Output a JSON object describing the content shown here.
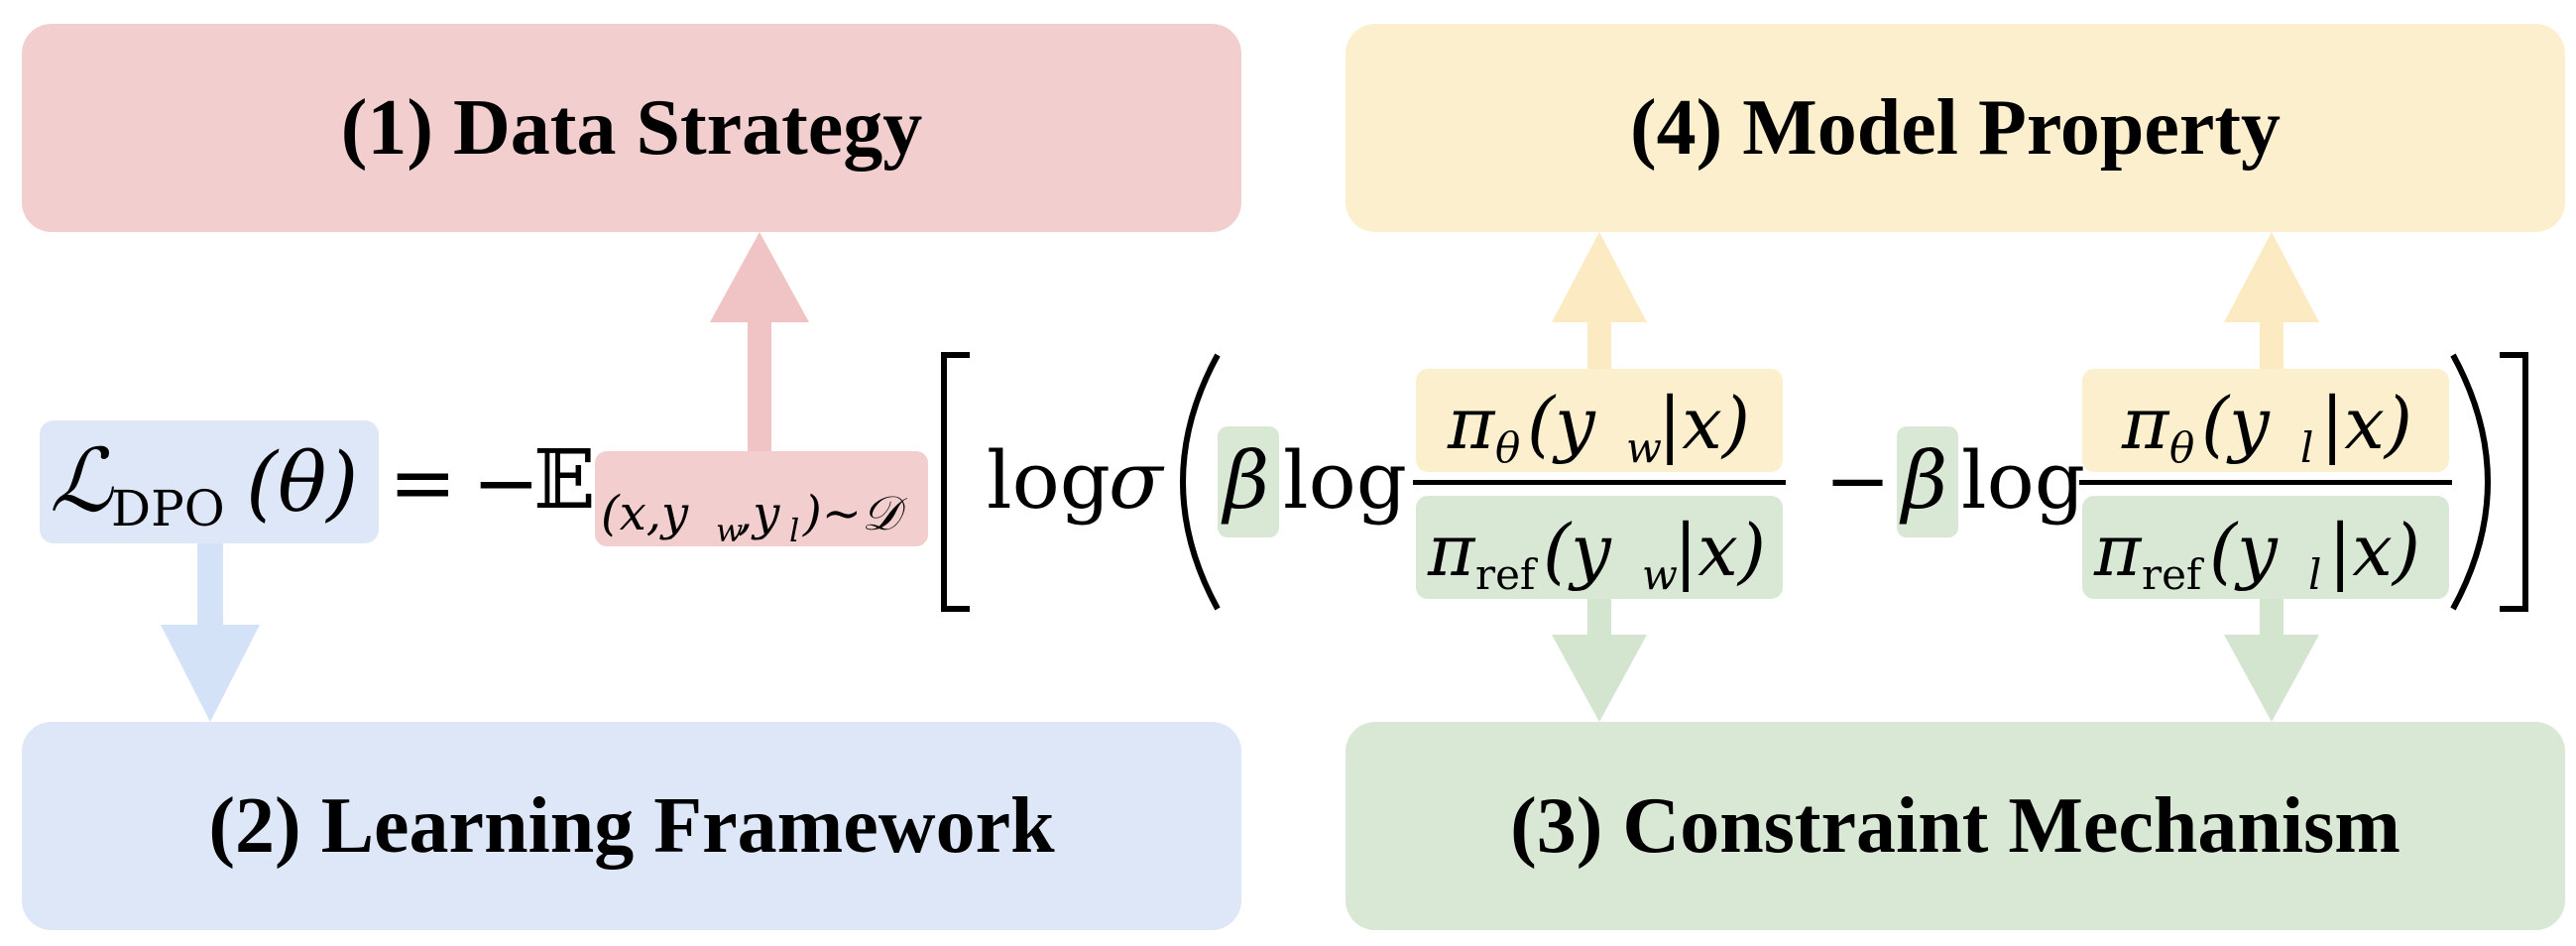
{
  "boxes": {
    "data_strategy": "(1) Data Strategy",
    "learning_framework": "(2) Learning Framework",
    "constraint_mechanism": "(3) Constraint Mechanism",
    "model_property": "(4) Model Property"
  },
  "equation": {
    "loss_symbol": "ℒ",
    "loss_subscript": "DPO",
    "loss_arg": "(θ)",
    "equals": "=",
    "minus": "−",
    "expectation": "𝔼",
    "expectation_subscript": "(x,y",
    "sub_w": "w",
    "sub_comma": ",y",
    "sub_l": "l",
    "sub_tail": ")∼𝒟",
    "log": "log",
    "sigma": "σ",
    "beta": "β",
    "pi": "π",
    "theta": "θ",
    "ref": "ref",
    "num_w": "(y",
    "num_w_tail": "|x)",
    "minus2": "−"
  },
  "colors": {
    "red": "#f2cece",
    "blue": "#dde7f7",
    "yellow": "#fbefcd",
    "green": "#d9e8d5",
    "arrow_red": "#f0c4c4",
    "arrow_blue": "#d4e2f7",
    "arrow_yellow": "#fbeac2",
    "arrow_green": "#d3e4cf"
  }
}
